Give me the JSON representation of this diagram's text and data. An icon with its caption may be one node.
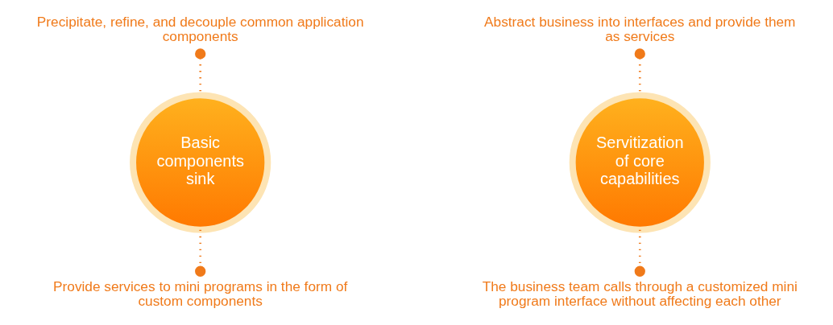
{
  "diagram": {
    "nodes": [
      {
        "text": [
          "Precipitate, refine, and decouple common application components"
        ]
      },
      {
        "text": [
          "Abstract business into interfaces and provide them as services"
        ]
      },
      {
        "text": [
          "Basic components sink"
        ]
      },
      {
        "text": [
          "Servitization of core capabilities"
        ]
      },
      {
        "text": [
          "Provide services to mini programs in the form of custom components"
        ]
      },
      {
        "text": [
          "The business team calls through a customized mini program interface without affecting each other"
        ]
      }
    ],
    "edges": [
      {
        "from": 2,
        "to": 0,
        "arrow": "other"
      },
      {
        "from": 3,
        "to": 1,
        "arrow": "other"
      },
      {
        "from": 2,
        "to": 4,
        "arrow": "other"
      },
      {
        "from": 3,
        "to": 5,
        "arrow": "other"
      }
    ]
  }
}
